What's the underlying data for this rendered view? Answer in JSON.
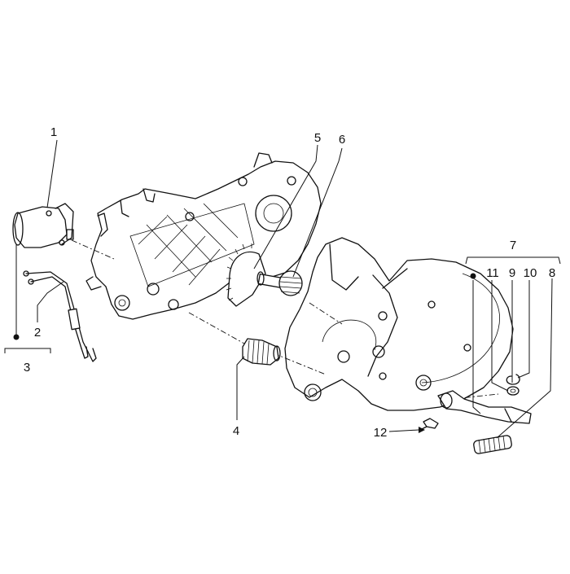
{
  "callouts": [
    {
      "id": "1",
      "label": "1"
    },
    {
      "id": "2",
      "label": "2"
    },
    {
      "id": "3",
      "label": "3"
    },
    {
      "id": "4",
      "label": "4"
    },
    {
      "id": "5",
      "label": "5"
    },
    {
      "id": "6",
      "label": "6"
    },
    {
      "id": "7",
      "label": "7"
    },
    {
      "id": "8",
      "label": "8"
    },
    {
      "id": "9",
      "label": "9"
    },
    {
      "id": "10",
      "label": "10"
    },
    {
      "id": "11",
      "label": "11"
    },
    {
      "id": "12",
      "label": "12"
    }
  ],
  "parts": [
    {
      "name": "starter-motor"
    },
    {
      "name": "wiring-harness"
    },
    {
      "name": "engine-crankcase"
    },
    {
      "name": "kickstart-gear-sector"
    },
    {
      "name": "return-spring"
    },
    {
      "name": "starter-pinion"
    },
    {
      "name": "transmission-cover"
    },
    {
      "name": "kickstart-lever"
    },
    {
      "name": "pedal-rubber"
    },
    {
      "name": "bolt"
    },
    {
      "name": "washer"
    },
    {
      "name": "circlip"
    }
  ]
}
